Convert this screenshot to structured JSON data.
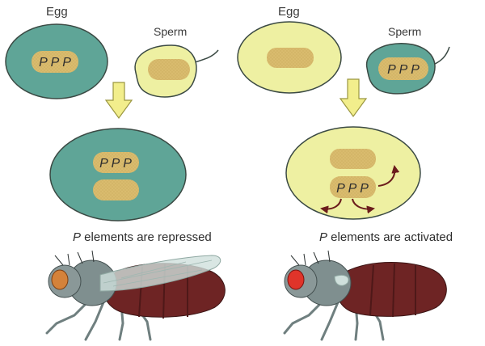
{
  "panels": [
    {
      "id": "left",
      "egg_label": "Egg",
      "sperm_label": "Sperm",
      "egg_nucleus_text": "P P P",
      "sperm_nucleus_text": "",
      "zygote_nucleus_top_text": "P P P",
      "zygote_nucleus_bottom_text": "",
      "caption_italic": "P",
      "caption_rest": " elements are repressed",
      "egg_color": "#5fa597",
      "sperm_color": "#eef0a2",
      "zygote_color": "#5fa597",
      "fly_eye_color": "#d4823a"
    },
    {
      "id": "right",
      "egg_label": "Egg",
      "sperm_label": "Sperm",
      "egg_nucleus_text": "",
      "sperm_nucleus_text": "P P P",
      "zygote_nucleus_top_text": "",
      "zygote_nucleus_bottom_text": "P P P",
      "caption_italic": "P",
      "caption_rest": " elements are activated",
      "egg_color": "#eef0a2",
      "sperm_color": "#5fa597",
      "zygote_color": "#eef0a2",
      "fly_eye_color": "#e0342a"
    }
  ],
  "colors": {
    "nucleus": "#d9bb6e",
    "arrow_fill": "#f2ee8c",
    "arrow_stroke": "#9a9640",
    "outline": "#3b4a44",
    "transposition_arrow": "#6b1c1c",
    "fly_body": "#6e2424",
    "fly_thorax": "#7f8f8f",
    "fly_wing": "#cfe0dc"
  }
}
